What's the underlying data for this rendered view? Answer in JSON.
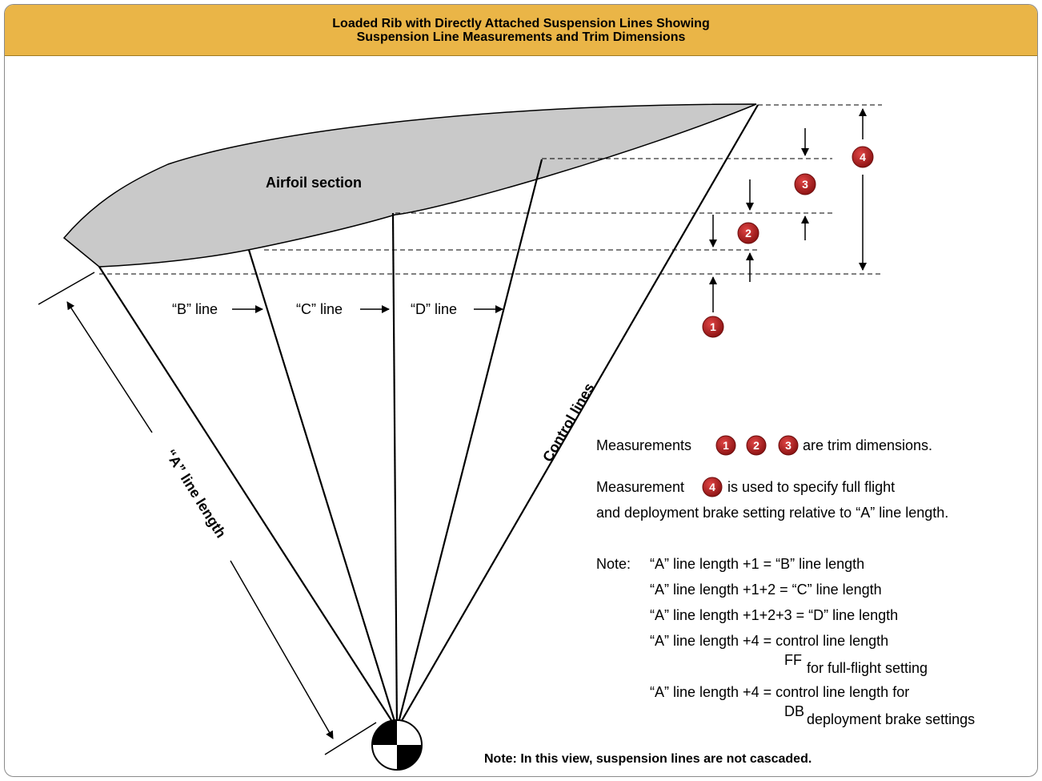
{
  "header": {
    "title_line1": "Loaded Rib with Directly Attached Suspension Lines Showing",
    "title_line2": "Suspension Line Measurements and Trim Dimensions"
  },
  "diagram": {
    "airfoil_label": "Airfoil section",
    "b_line_label": "“B” line",
    "c_line_label": "“C” line",
    "d_line_label": "“D” line",
    "control_lines_label": "Control lines",
    "a_line_length_label": "“A” line length",
    "badges": [
      "1",
      "2",
      "3",
      "4"
    ]
  },
  "legend": {
    "measurements_prefix": "Measurements",
    "measurements_suffix": "are trim dimensions.",
    "measurement4_prefix": "Measurement",
    "measurement4_suffix": "is used to specify full flight",
    "measurement4_line2": "and deployment brake setting relative to “A” line length.",
    "note_label": "Note:",
    "note_lines": [
      "“A” line length +1 = “B” line length",
      "“A” line length +1+2 = “C” line length",
      "“A” line length +1+2+3 = “D” line length",
      "“A” line length +4 = control line length",
      "“A” line length +4 = control line length for"
    ],
    "ff_sub": "FF",
    "ff_text": "for full-flight setting",
    "db_sub": "DB",
    "db_text": "deployment brake settings",
    "bottom_note": "Note: In this view, suspension lines are not cascaded."
  },
  "colors": {
    "header_bg": "#eab547",
    "airfoil_fill": "#c9c9c9",
    "badge_red": "#a01c1c"
  }
}
